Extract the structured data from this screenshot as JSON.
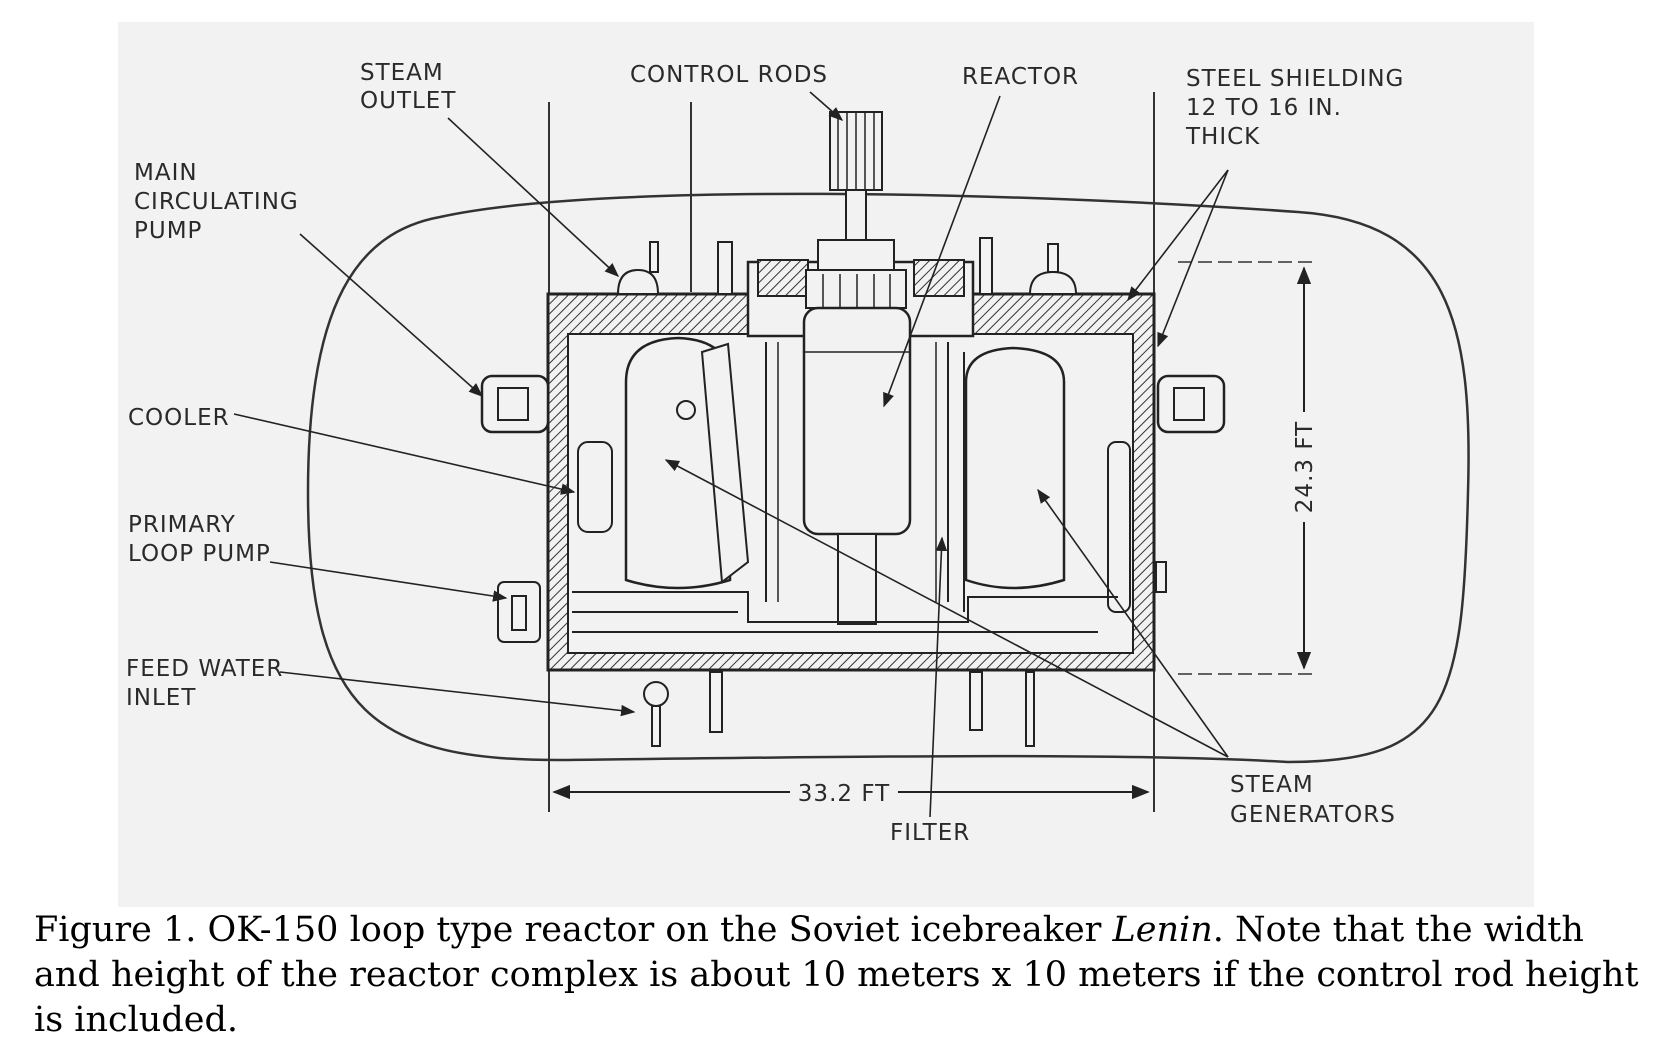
{
  "diagram": {
    "labels": {
      "steam_outlet": [
        "STEAM",
        "OUTLET"
      ],
      "control_rods": "CONTROL RODS",
      "reactor": "REACTOR",
      "steel_shielding": [
        "STEEL SHIELDING",
        "12 TO 16 IN.",
        "THICK"
      ],
      "main_circulating_pump": [
        "MAIN",
        "CIRCULATING",
        "PUMP"
      ],
      "cooler": "COOLER",
      "primary_loop_pump": [
        "PRIMARY",
        "LOOP PUMP"
      ],
      "feed_water_inlet": [
        "FEED WATER",
        "INLET"
      ],
      "steam_generators": [
        "STEAM",
        "GENERATORS"
      ],
      "filter": "FILTER",
      "width_dim": "33.2 FT",
      "height_dim": "24.3 FT"
    }
  },
  "caption": {
    "prefix": "Figure 1. OK-150 loop type reactor on the Soviet icebreaker ",
    "ship": "Lenin",
    "suffix": ". Note that the width and height of the reactor complex is about 10 meters x 10 meters if the control rod height is included."
  }
}
